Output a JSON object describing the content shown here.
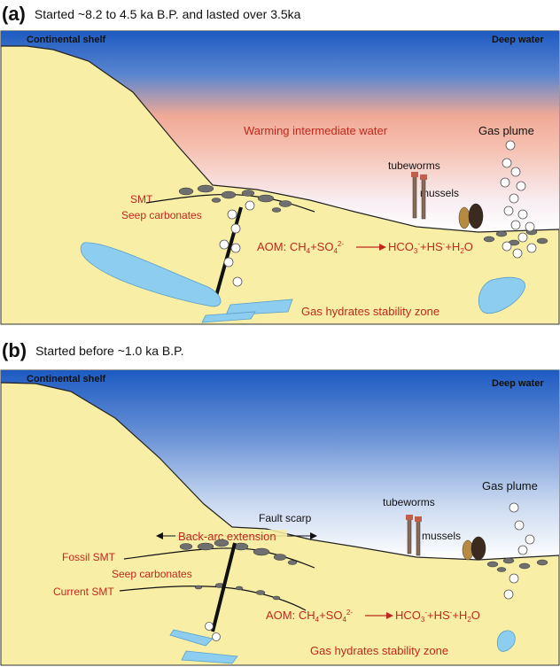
{
  "panels": [
    {
      "letter": "(a)",
      "caption": "Started ~8.2 to 4.5 ka B.P. and lasted over 3.5ka",
      "labels": {
        "continental_shelf": "Continental shelf",
        "deep_water": "Deep water",
        "water_mass": "Warming intermediate water",
        "gas_plume": "Gas plume",
        "tubeworms": "tubeworms",
        "mussels": "mussels",
        "smt": "SMT",
        "seep_carbonates": "Seep carbonates",
        "aom_prefix": "AOM: CH",
        "aom_ch_sub": "4",
        "aom_so": "+SO",
        "aom_so_sub": "4",
        "aom_so_sup": "2-",
        "aom_hco": "HCO",
        "aom_hco_sub": "3",
        "aom_hco_sup": "-",
        "aom_hs": "+HS",
        "aom_hs_sup": "-",
        "aom_h2o": "+H",
        "aom_h2o_sub": "2",
        "aom_o": "O",
        "hydrates": "Gas hydrates stability zone"
      }
    },
    {
      "letter": "(b)",
      "caption": "Started before ~1.0 ka B.P.",
      "labels": {
        "continental_shelf": "Continental shelf",
        "deep_water": "Deep water",
        "gas_plume": "Gas plume",
        "tubeworms": "tubeworms",
        "mussels": "mussels",
        "fault_scarp": "Fault scarp",
        "back_arc": "Back-arc extension",
        "fossil_smt": "Fossil SMT",
        "seep_carbonates": "Seep carbonates",
        "current_smt": "Current SMT",
        "aom_prefix": "AOM: CH",
        "aom_ch_sub": "4",
        "aom_so": "+SO",
        "aom_so_sub": "4",
        "aom_so_sup": "2-",
        "aom_hco": "HCO",
        "aom_hco_sub": "3",
        "aom_hco_sup": "-",
        "aom_hs": "+HS",
        "aom_hs_sup": "-",
        "aom_h2o": "+H",
        "aom_h2o_sub": "2",
        "aom_o": "O",
        "hydrates": "Gas hydrates stability zone"
      }
    }
  ],
  "colors": {
    "sediment": "#f8eea6",
    "deep_blue": "#1f5fc4",
    "warm_pink": "#f2a493",
    "hydrate_blue": "#8ccdf0",
    "label_red": "#c0281e",
    "carbonate_gray": "#6f6f6f"
  }
}
